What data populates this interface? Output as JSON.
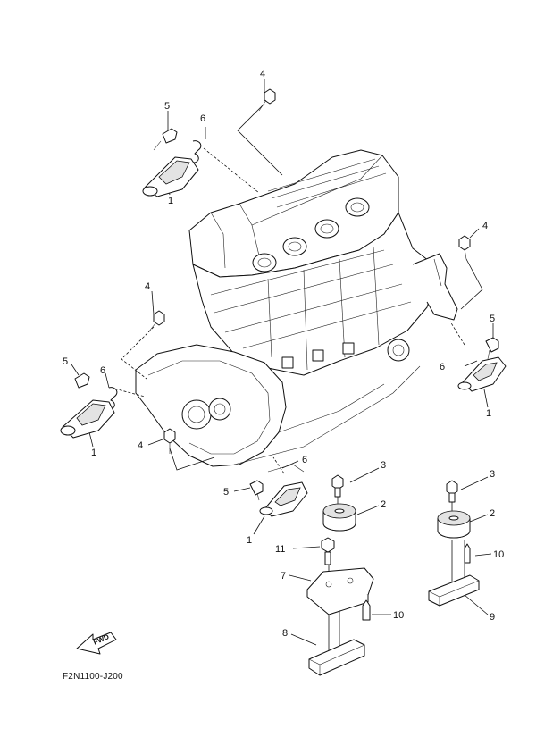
{
  "diagram": {
    "code": "F2N1100-J200",
    "fwd_label": "FWD",
    "callouts": [
      {
        "id": "c1",
        "text": "4"
      },
      {
        "id": "c2",
        "text": "5"
      },
      {
        "id": "c3",
        "text": "6"
      },
      {
        "id": "c4",
        "text": "1"
      },
      {
        "id": "c5",
        "text": "4"
      },
      {
        "id": "c6",
        "text": "4"
      },
      {
        "id": "c7",
        "text": "5"
      },
      {
        "id": "c8",
        "text": "6"
      },
      {
        "id": "c9",
        "text": "1"
      },
      {
        "id": "c10",
        "text": "5"
      },
      {
        "id": "c11",
        "text": "6"
      },
      {
        "id": "c12",
        "text": "1"
      },
      {
        "id": "c13",
        "text": "4"
      },
      {
        "id": "c14",
        "text": "6"
      },
      {
        "id": "c15",
        "text": "5"
      },
      {
        "id": "c16",
        "text": "1"
      },
      {
        "id": "c17",
        "text": "3"
      },
      {
        "id": "c18",
        "text": "2"
      },
      {
        "id": "c19",
        "text": "11"
      },
      {
        "id": "c20",
        "text": "7"
      },
      {
        "id": "c21",
        "text": "10"
      },
      {
        "id": "c22",
        "text": "8"
      },
      {
        "id": "c23",
        "text": "3"
      },
      {
        "id": "c24",
        "text": "2"
      },
      {
        "id": "c25",
        "text": "10"
      },
      {
        "id": "c26",
        "text": "9"
      }
    ]
  }
}
